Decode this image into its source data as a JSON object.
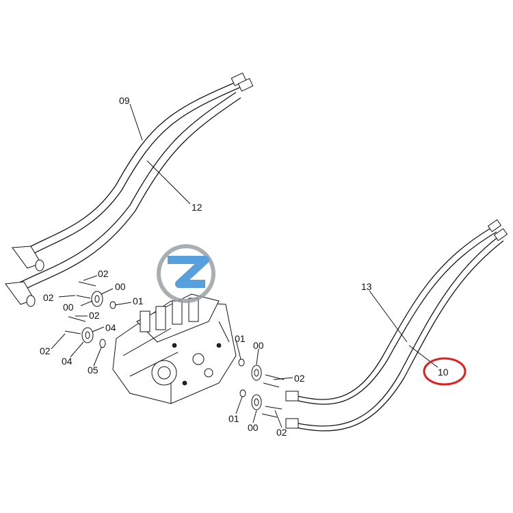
{
  "labels": {
    "hose_top_left": "09",
    "hose_top_right": "12",
    "hose_right_upper": "13",
    "hose_right_lower": "10",
    "flange_02_a": "02",
    "flange_00_a": "00",
    "flange_02_b": "02",
    "flange_00_b": "00",
    "oring_01_a": "01",
    "bolt_02_c": "02",
    "flange_04_a": "04",
    "bolt_02_d": "02",
    "flange_04_b": "04",
    "oring_05": "05",
    "oring_01_b": "01",
    "flange_00_c": "00",
    "bolt_02_e": "02",
    "oring_01_c": "01",
    "flange_00_d": "00",
    "bolt_02_f": "02"
  },
  "highlight": {
    "label_ref": "10",
    "color": "#e02020"
  },
  "watermark": {
    "color_blue": "#3a8fd8",
    "color_grey": "#9aa0a6"
  }
}
